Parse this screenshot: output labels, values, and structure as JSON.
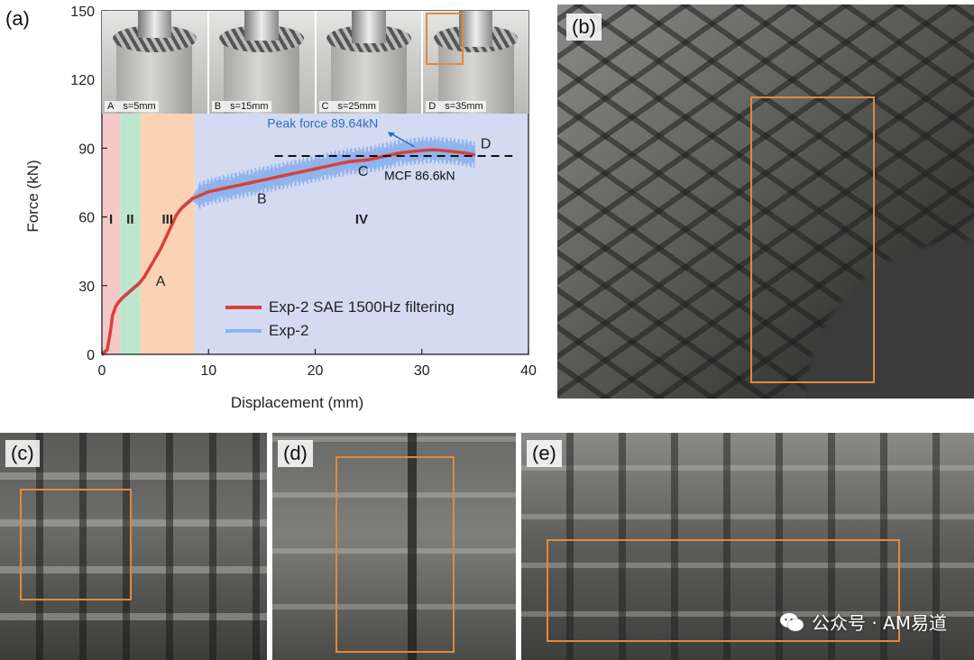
{
  "panels": {
    "a": "(a)",
    "b": "(b)",
    "c": "(c)",
    "d": "(d)",
    "e": "(e)"
  },
  "inset_photos": [
    {
      "letter": "A",
      "caption": "s=5mm"
    },
    {
      "letter": "B",
      "caption": "s=15mm"
    },
    {
      "letter": "C",
      "caption": "s=25mm"
    },
    {
      "letter": "D",
      "caption": "s=35mm"
    }
  ],
  "watermark": {
    "text": "公众号 · AM易道",
    "icon": "wechat-icon"
  },
  "colors": {
    "smooth": "#d9403a",
    "raw": "#8fb3ec",
    "stage1": "#f6c9c9",
    "stage2": "#bde6cf",
    "stage3": "#fbd2b4",
    "stage4": "#d3daf2",
    "box": "#e08a3c",
    "annotation": "#2f6dc0"
  },
  "chart_data": {
    "type": "line",
    "xlabel": "Displacement (mm)",
    "ylabel": "Force (kN)",
    "xlim": [
      0,
      40
    ],
    "ylim": [
      0,
      150
    ],
    "xticks": [
      0,
      10,
      20,
      30,
      40
    ],
    "yticks": [
      0,
      30,
      60,
      90,
      120,
      150
    ],
    "grid": false,
    "legend_position": "bottom-right",
    "series": [
      {
        "name": "Exp-2 SAE 1500Hz filtering",
        "color": "#d9403a",
        "x": [
          0,
          0.5,
          0.8,
          1.0,
          1.3,
          1.6,
          2.0,
          2.5,
          3.0,
          3.5,
          4.0,
          4.5,
          5.0,
          5.5,
          6.0,
          6.5,
          7.0,
          7.5,
          8.0,
          8.5,
          9.0,
          9.5,
          10,
          11,
          12,
          13,
          14,
          15,
          16,
          17,
          18,
          19,
          20,
          21,
          22,
          23,
          24,
          25,
          26,
          27,
          28,
          29,
          30,
          31,
          32,
          33,
          34,
          35
        ],
        "y": [
          0,
          2,
          10,
          17,
          21,
          23,
          25,
          27,
          29,
          31,
          34,
          38,
          42,
          46,
          51,
          56,
          61,
          64,
          66,
          68,
          69,
          70,
          71,
          72,
          73,
          74,
          75,
          76,
          77,
          78,
          79,
          80,
          81,
          82,
          83,
          84,
          84.5,
          85,
          86,
          87,
          88,
          88.5,
          89,
          89.3,
          89,
          88.5,
          88,
          87
        ]
      },
      {
        "name": "Exp-2",
        "color": "#8fb3ec",
        "x": [
          0,
          0.5,
          0.8,
          1.0,
          1.3,
          1.6,
          2.0,
          2.5,
          3.0,
          3.5,
          4.0,
          4.5,
          5.0,
          5.5,
          6.0,
          6.5,
          7.0,
          7.5,
          8.0,
          8.5,
          9.0,
          9.5,
          10,
          11,
          12,
          13,
          14,
          15,
          16,
          17,
          18,
          19,
          20,
          21,
          22,
          23,
          24,
          25,
          26,
          27,
          28,
          29,
          30,
          31,
          32,
          33,
          34,
          35
        ],
        "y": [
          0,
          2,
          10,
          17,
          21,
          23,
          25,
          27,
          29,
          31,
          34,
          38,
          42,
          46,
          51,
          56,
          61,
          64,
          66,
          68,
          69,
          70,
          71,
          72,
          73,
          74,
          75,
          76,
          77,
          78,
          79,
          80,
          81,
          82,
          83,
          84,
          84.5,
          85,
          86,
          87,
          88,
          88.5,
          89,
          89.3,
          89,
          88.5,
          88,
          87
        ],
        "band": 4.5
      }
    ],
    "stages": [
      {
        "label": "I",
        "x0": 0,
        "x1": 1.7,
        "color": "#f6c9c9"
      },
      {
        "label": "II",
        "x0": 1.7,
        "x1": 3.6,
        "color": "#bde6cf"
      },
      {
        "label": "III",
        "x0": 3.6,
        "x1": 8.7,
        "color": "#fbd2b4"
      },
      {
        "label": "IV",
        "x0": 8.7,
        "x1": 40,
        "color": "#d3daf2"
      }
    ],
    "stage_label_y": 57,
    "point_labels": [
      {
        "label": "A",
        "x": 5.5,
        "y": 30
      },
      {
        "label": "B",
        "x": 15,
        "y": 66
      },
      {
        "label": "C",
        "x": 24.5,
        "y": 78
      },
      {
        "label": "D",
        "x": 36,
        "y": 90
      }
    ],
    "mcf": {
      "value": 86.6,
      "label": "MCF 86.6kN",
      "x0": 16.2,
      "x1": 38.5
    },
    "peak": {
      "label": "Peak force 89.64kN",
      "x": 29,
      "y": 89.64,
      "text_x": 15.5,
      "text_y": 99
    }
  }
}
